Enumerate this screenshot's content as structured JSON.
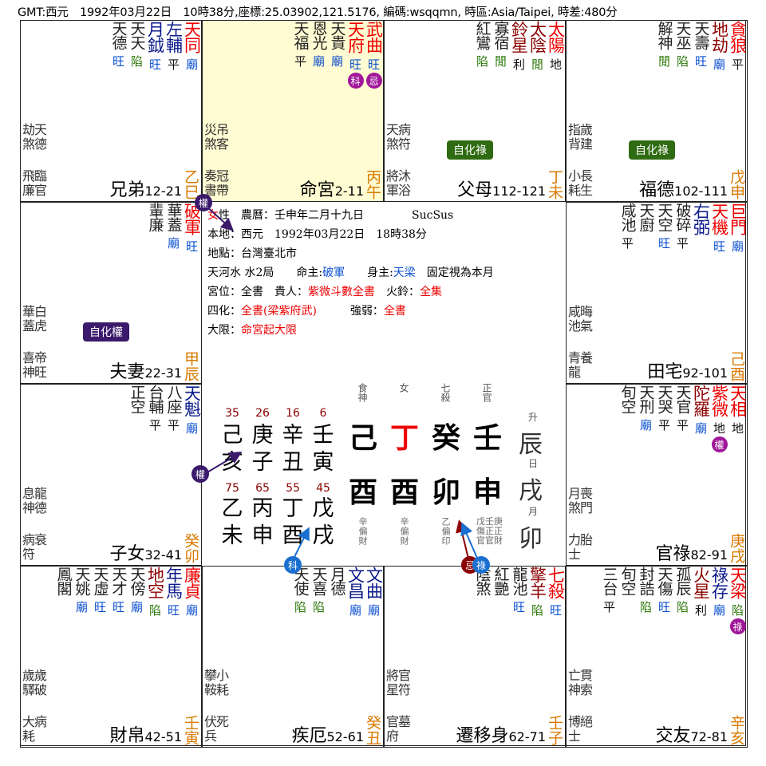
{
  "header": "GMT:西元　1992年03月22日　10時38分,座標:25.03902,121.5176, 編碼:wsqqmn, 時區:Asia/Taipei, 時差:480分",
  "palaces": [
    {
      "id": "sishi",
      "name": "兄弟",
      "range": "12-21",
      "gz": "乙巳",
      "minor": [
        "劫天",
        "煞德"
      ],
      "boshi": [
        "飛臨",
        "廉官"
      ],
      "stars": [
        {
          "n": "天同",
          "c": "red",
          "b": "廟"
        },
        {
          "n": "左輔",
          "c": "navy",
          "b": "平"
        },
        {
          "n": "月鉞",
          "c": "navy",
          "b": "旺"
        },
        {
          "n": "天天",
          "sub": "天月",
          "c": "gray",
          "b": "陷",
          "bc": "green"
        },
        {
          "n": "天德",
          "c": "gray",
          "b": "旺",
          "bc": "blue"
        }
      ]
    },
    {
      "id": "wu",
      "name": "命宮",
      "range": "2-11",
      "gz": "丙午",
      "minor": [
        "災吊",
        "煞客"
      ],
      "boshi": [
        "奏冠",
        "書帶"
      ],
      "stars": [
        {
          "n": "武曲",
          "c": "red",
          "b": "旺",
          "hua": "忌"
        },
        {
          "n": "天府",
          "c": "red",
          "b": "旺",
          "hua": "科"
        },
        {
          "n": "天貴",
          "c": "gray",
          "b": "廟"
        },
        {
          "n": "恩光",
          "c": "gray",
          "b": "廟"
        },
        {
          "n": "天福",
          "c": "gray",
          "b": "平"
        }
      ]
    },
    {
      "id": "wei",
      "name": "父母",
      "range": "112-121",
      "gz": "丁未",
      "minor": [
        "天病",
        "煞符"
      ],
      "boshi": [
        "將沐",
        "軍浴"
      ],
      "self": "自化祿",
      "stars": [
        {
          "n": "太陽",
          "c": "red",
          "b": "地"
        },
        {
          "n": "太陰",
          "c": "darkred",
          "b": "閒"
        },
        {
          "n": "鈴星",
          "c": "darkred",
          "b": "利"
        },
        {
          "n": "寡宿",
          "c": "gray",
          "b": "閒"
        },
        {
          "n": "紅鸞",
          "c": "gray",
          "b": "陷"
        }
      ]
    },
    {
      "id": "shen",
      "name": "福德",
      "range": "102-111",
      "gz": "戊申",
      "minor": [
        "指歲",
        "背建"
      ],
      "boshi": [
        "小長",
        "耗生"
      ],
      "self": "自化祿",
      "stars": [
        {
          "n": "貪狼",
          "c": "red",
          "b": "平"
        },
        {
          "n": "地劫",
          "c": "darkred",
          "b": "廟"
        },
        {
          "n": "天壽",
          "c": "gray",
          "b": "旺"
        },
        {
          "n": "天巫",
          "c": "gray",
          "b": "陷"
        },
        {
          "n": "解神",
          "c": "gray",
          "b": "閒"
        }
      ]
    },
    {
      "id": "chen",
      "name": "夫妻",
      "range": "22-31",
      "gz": "甲辰",
      "minor": [
        "華白",
        "蓋虎"
      ],
      "boshi": [
        "喜帝",
        "神旺"
      ],
      "self": "自化權",
      "stars": [
        {
          "n": "破軍",
          "c": "red",
          "b": "旺"
        },
        {
          "n": "華蓋",
          "c": "gray",
          "b": "廟"
        },
        {
          "n": "輩廉",
          "c": "gray",
          "b": ""
        }
      ]
    },
    {
      "id": "you",
      "name": "田宅",
      "range": "92-101",
      "gz": "己酉",
      "minor": [
        "咸晦",
        "池氣"
      ],
      "boshi": [
        "青養",
        "龍"
      ],
      "stars": [
        {
          "n": "巨門",
          "c": "red",
          "b": "廟"
        },
        {
          "n": "天機",
          "c": "red",
          "b": "旺"
        },
        {
          "n": "右弼",
          "c": "navy",
          "b": ""
        },
        {
          "n": "破碎",
          "c": "gray",
          "b": "平"
        },
        {
          "n": "天空",
          "c": "gray",
          "b": "旺"
        },
        {
          "n": "天廚",
          "c": "gray",
          "b": ""
        },
        {
          "n": "咸池",
          "c": "gray",
          "b": "平"
        }
      ]
    },
    {
      "id": "mao",
      "name": "子女",
      "range": "32-41",
      "gz": "癸卯",
      "minor": [
        "息龍",
        "神德"
      ],
      "boshi": [
        "病衰",
        "符"
      ],
      "stars": [
        {
          "n": "天魁",
          "c": "navy",
          "b": "廟"
        },
        {
          "n": "八座",
          "c": "gray",
          "b": "平"
        },
        {
          "n": "台輔",
          "c": "gray",
          "b": "平"
        },
        {
          "n": "正空",
          "c": "gray",
          "b": ""
        }
      ]
    },
    {
      "id": "xu",
      "name": "官祿",
      "range": "82-91",
      "gz": "庚戌",
      "minor": [
        "月喪",
        "煞門"
      ],
      "boshi": [
        "力胎",
        "士"
      ],
      "stars": [
        {
          "n": "天相",
          "c": "red",
          "b": "地"
        },
        {
          "n": "紫微",
          "c": "red",
          "b": "地",
          "hua": "權"
        },
        {
          "n": "陀羅",
          "c": "darkred",
          "b": "廟"
        },
        {
          "n": "天官",
          "c": "gray",
          "b": "平"
        },
        {
          "n": "天哭",
          "c": "gray",
          "b": "平"
        },
        {
          "n": "天刑",
          "c": "gray",
          "b": "廟"
        },
        {
          "n": "旬空",
          "c": "gray",
          "b": ""
        }
      ]
    },
    {
      "id": "yin",
      "name": "財帛",
      "range": "42-51",
      "gz": "壬寅",
      "minor": [
        "歲歲",
        "驛破"
      ],
      "boshi": [
        "大病",
        "耗"
      ],
      "stars": [
        {
          "n": "廉貞",
          "c": "red",
          "b": "廟"
        },
        {
          "n": "年馬",
          "c": "navy",
          "b": "旺"
        },
        {
          "n": "地空",
          "c": "darkred",
          "b": "陷"
        },
        {
          "n": "天傍",
          "c": "gray",
          "b": "廟"
        },
        {
          "n": "天才",
          "c": "gray",
          "b": "旺"
        },
        {
          "n": "天虛",
          "c": "gray",
          "b": "旺"
        },
        {
          "n": "天姚",
          "c": "gray",
          "b": "廟"
        },
        {
          "n": "鳳閣",
          "c": "gray",
          "b": ""
        }
      ]
    },
    {
      "id": "chou",
      "name": "疾厄",
      "range": "52-61",
      "gz": "癸丑",
      "minor": [
        "攀小",
        "鞍耗"
      ],
      "boshi": [
        "伏死",
        "兵"
      ],
      "stars": [
        {
          "n": "文曲",
          "c": "navy",
          "b": "廟"
        },
        {
          "n": "文昌",
          "c": "navy",
          "b": "廟"
        },
        {
          "n": "月德",
          "c": "gray",
          "b": ""
        },
        {
          "n": "天喜",
          "c": "gray",
          "b": "陷"
        },
        {
          "n": "天使",
          "c": "gray",
          "b": "陷"
        }
      ]
    },
    {
      "id": "zi",
      "name": "遷移身",
      "range": "62-71",
      "gz": "壬子",
      "minor": [
        "將官",
        "星符"
      ],
      "boshi": [
        "官墓",
        "府"
      ],
      "stars": [
        {
          "n": "七殺",
          "c": "red",
          "b": "旺"
        },
        {
          "n": "擎羊",
          "c": "darkred",
          "b": "陷"
        },
        {
          "n": "龍池",
          "c": "gray",
          "b": "旺"
        },
        {
          "n": "紅艷",
          "c": "gray",
          "b": ""
        },
        {
          "n": "陰煞",
          "c": "gray",
          "b": ""
        }
      ]
    },
    {
      "id": "hai",
      "name": "交友",
      "range": "72-81",
      "gz": "辛亥",
      "minor": [
        "亡貫",
        "神索"
      ],
      "boshi": [
        "博絕",
        "士"
      ],
      "stars": [
        {
          "n": "天梁",
          "c": "red",
          "b": "陷",
          "hua": "祿"
        },
        {
          "n": "祿存",
          "c": "navy",
          "b": "廟"
        },
        {
          "n": "火星",
          "c": "darkred",
          "b": "利"
        },
        {
          "n": "孤辰",
          "c": "gray",
          "b": "陷"
        },
        {
          "n": "天傷",
          "c": "gray",
          "b": "旺"
        },
        {
          "n": "封誥",
          "c": "gray",
          "b": "陷"
        },
        {
          "n": "旬空",
          "c": "gray",
          "b": ""
        },
        {
          "n": "三台",
          "c": "gray",
          "b": "平"
        }
      ]
    }
  ],
  "center": {
    "lines": [
      {
        "k": "女性　農曆：壬申年二月十九日",
        "tail": "SucSus"
      },
      {
        "k": "本地：西元　1992年03月22日　18時38分"
      },
      {
        "k": "地點：台灣臺北市"
      },
      {
        "k": "天河水 水2局　　命主:",
        "v1": "破軍",
        "k2": "　　身主:",
        "v2": "天梁",
        "k3": "　固定視為本月"
      },
      {
        "k": "宮位：全書　貴人：",
        "v1": "紫微斗數全書",
        "k2": "　火鈴：",
        "v2": "全集"
      },
      {
        "k": "四化：",
        "v1": "全書(梁紫府武)",
        "k2": "　　　強弱：",
        "v2": "全書"
      },
      {
        "k": "大限：",
        "v1": "命宮起大限"
      }
    ],
    "gods": [
      "食神",
      "女",
      "七殺",
      "正官"
    ],
    "stems": [
      "己",
      "丁",
      "癸",
      "壬"
    ],
    "branches": [
      "酉",
      "酉",
      "卯",
      "申"
    ],
    "dayun_nums_top": [
      "35",
      "26",
      "16",
      "6"
    ],
    "dayun_stems_top": [
      "己",
      "庚",
      "辛",
      "壬"
    ],
    "dayun_branches_top": [
      "亥",
      "子",
      "丑",
      "寅"
    ],
    "dayun_nums_bot": [
      "75",
      "65",
      "55",
      "45"
    ],
    "dayun_stems_bot": [
      "乙",
      "丙",
      "丁",
      "戊"
    ],
    "dayun_branches_bot": [
      "未",
      "申",
      "酉",
      "戌"
    ],
    "side": {
      "top": "升",
      "c1": "辰",
      "m": "日",
      "c2": "戌",
      "m2": "月",
      "c3": "卯"
    },
    "hidden": [
      [
        "辛",
        "偏",
        "財"
      ],
      [
        "辛",
        "偏",
        "財"
      ],
      [
        "乙",
        "偏",
        "印"
      ],
      [
        "戊壬庚",
        "傷正正",
        "官官財"
      ]
    ]
  },
  "flags": {
    "quan": "權",
    "ke": "科",
    "ji": "忌",
    "lu": "祿"
  }
}
